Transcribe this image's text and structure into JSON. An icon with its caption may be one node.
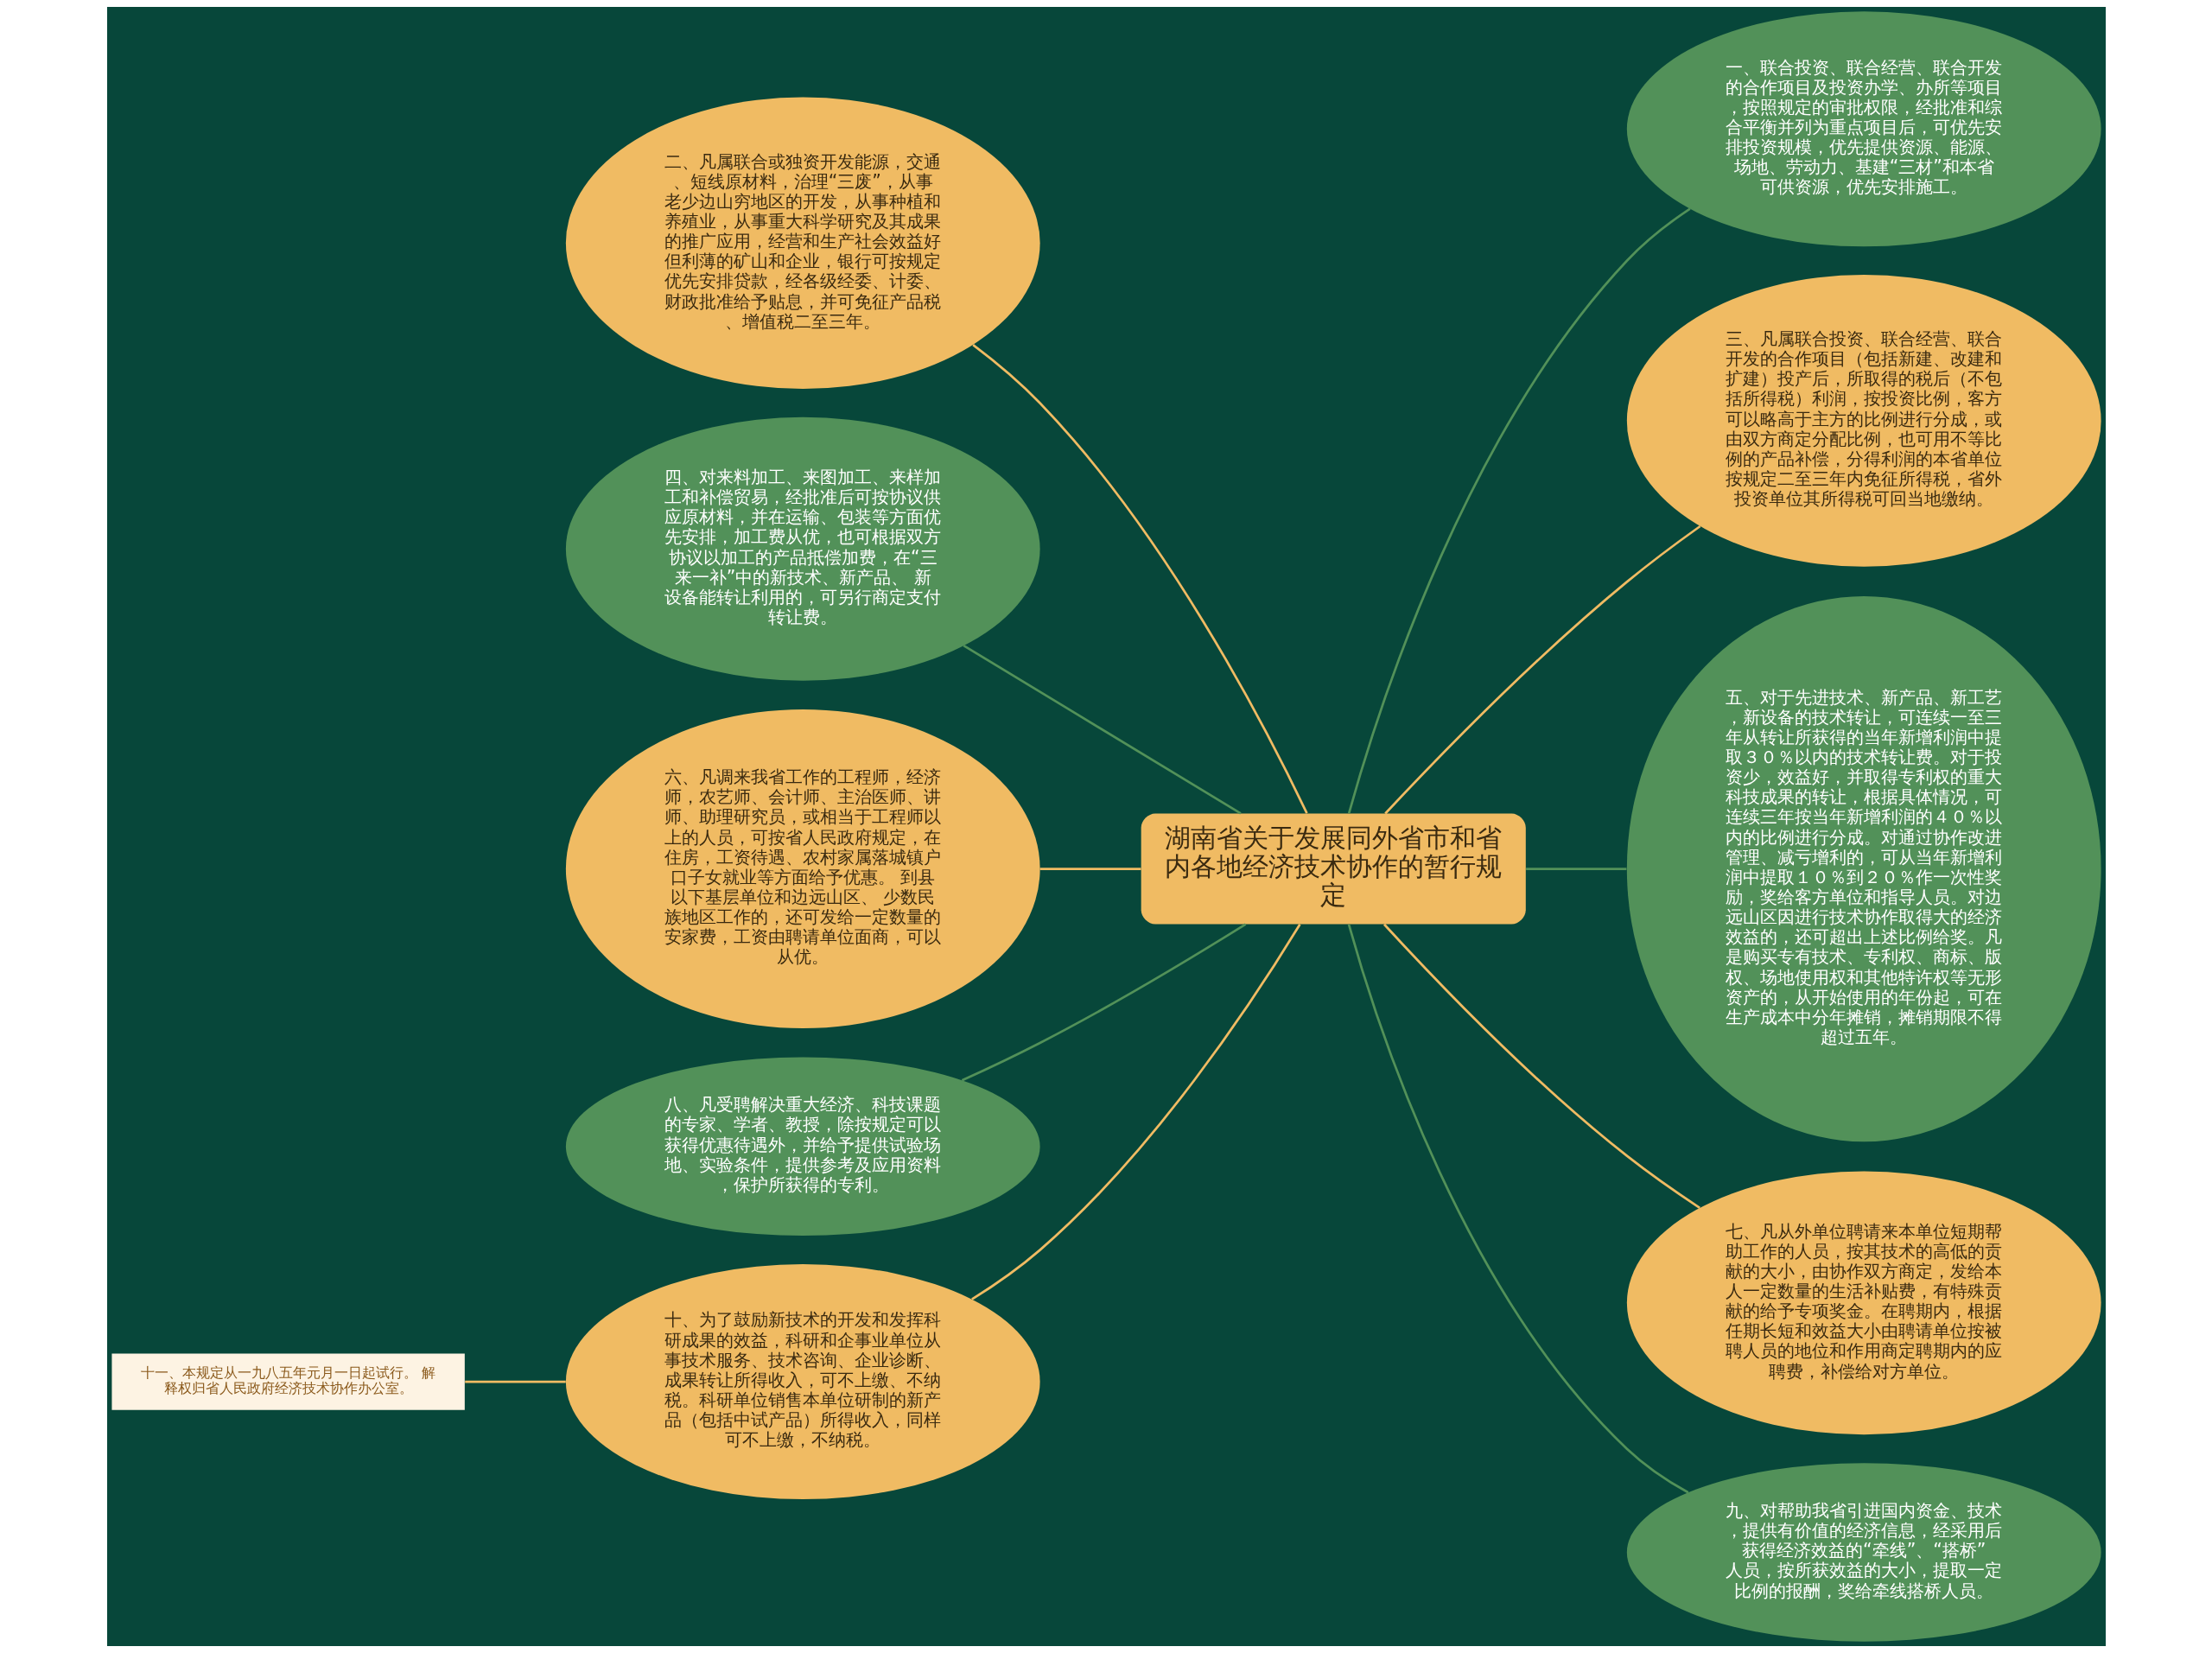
{
  "diagram": {
    "nodes": [
      {
        "text": [
          "湖南省关于发展同外省市和省内各地经济技术协作的暂行规定"
        ]
      },
      {
        "text": [
          "一、联合投资、联合经营、联合开发的合作项目及投资办学、办所等项目，按照规定的审批权限，经批准和综合平衡并列为重点项目后，可优先安排投资规模，优先提供资源、能源、场地、劳动力、基建“三材”和本省可供资源，优先安排施工。"
        ]
      },
      {
        "text": [
          "二、凡属联合或独资开发能源，交通、短线原材料，治理“三废”，从事老少边山穷地区的开发，从事种植和养殖业，从事重大科学研究及其成果的推广应用，经营和生产社会效益好但利薄的矿山和企业，银行可按规定优先安排贷款，经各级经委、计委、财政批准给予贴息，并可免征产品税、增值税二至三年。"
        ]
      },
      {
        "text": [
          "三、凡属联合投资、联合经营、联合开发的合作项目（包括新建、改建和扩建）投产后，所取得的税后（不包括所得税）利润，按投资比例，客方可以略高于主方的比例进行分成，或由双方商定分配比例，也可用不等比例的产品补偿，分得利润的本省单位按规定二至三年内免征所得税，省外投资单位其所得税可回当地缴纳。"
        ]
      },
      {
        "text": [
          "四、对来料加工、来图加工、来样加工和补偿贸易，经批准后可按协议供应原材料，并在运输、包装等方面优先安排，加工费从优，也可根据双方协议以加工的产品抵偿加费，在“三来一补”中的新技术、新产品、 新设备能转让利用的，可另行商定支付转让费。"
        ]
      },
      {
        "text": [
          "五、对于先进技术、新产品、新工艺，新设备的技术转让，可连续一至三年从转让所获得的当年新增利润中提取３０％以内的技术转让费。对于投资少，效益好，并取得专利权的重大科技成果的转让，根据具体情况，可连续三年按当年新增利润的４０％以内的比例进行分成。对通过协作改进管理、减亏增利的，可从当年新增利润中提取１０％到２０％作一次性奖励，奖给客方单位和指导人员。对边远山区因进行技术协作取得大的经济效益的，还可超出上述比例给奖。凡是购买专有技术、专利权、商标、版权、场地使用权和其他特许权等无形资产的，从开始使用的年份起，可在生产成本中分年摊销，摊销期限不得超过五年。"
        ]
      },
      {
        "text": [
          "六、凡调来我省工作的工程师，经济师，农艺师、会计师、主治医师、讲师、助理研究员，或相当于工程师以上的人员，可按省人民政府规定，在住房，工资待遇、农村家属落城镇户口子女就业等方面给予优惠。 到县以下基层单位和边远山区、 少数民族地区工作的，还可发给一定数量的安家费，工资由聘请单位面商，可以从优。"
        ]
      },
      {
        "text": [
          "七、凡从外单位聘请来本单位短期帮助工作的人员，按其技术的高低的贡献的大小，由协作双方商定，发给本人一定数量的生活补贴费，有特殊贡献的给予专项奖金。在聘期内，根据任期长短和效益大小由聘请单位按被聘人员的地位和作用商定聘期内的应聘费，补偿给对方单位。"
        ]
      },
      {
        "text": [
          "八、凡受聘解决重大经济、科技课题的专家、学者、教授，除按规定可以获得优惠待遇外，并给予提供试验场地、实验条件，提供参考及应用资料，保护所获得的专利。"
        ]
      },
      {
        "text": [
          "九、对帮助我省引进国内资金、技术，提供有价值的经济信息，经采用后获得经济效益的“牵线”、“搭桥”人员，按所获效益的大小，提取一定比例的报酬，奖给牵线搭桥人员。"
        ]
      },
      {
        "text": [
          "十、为了鼓励新技术的开发和发挥科研成果的效益，科研和企事业单位从事技术服务、技术咨询、企业诊断、成果转让所得收入，可不上缴、不纳税。科研单位销售本单位研制的新产品（包括中试产品）所得收入，同样可不上缴，不纳税。"
        ]
      },
      {
        "text": [
          "十一、本规定从一九八五年元月一日起试行。 解释权归省人民政府经济技术协作办公室。"
        ]
      }
    ],
    "edges": [
      {
        "from": 0,
        "to": 1,
        "arrow": "none",
        "color": "#529159"
      },
      {
        "from": 0,
        "to": 2,
        "arrow": "none"
      },
      {
        "from": 0,
        "to": 3,
        "arrow": "none"
      },
      {
        "from": 0,
        "to": 4,
        "arrow": "none",
        "color": "#529159"
      },
      {
        "from": 0,
        "to": 5,
        "arrow": "none",
        "color": "#529159"
      },
      {
        "from": 0,
        "to": 6,
        "arrow": "none"
      },
      {
        "from": 0,
        "to": 7,
        "arrow": "none"
      },
      {
        "from": 0,
        "to": 8,
        "arrow": "none",
        "color": "#529159"
      },
      {
        "from": 0,
        "to": 9,
        "arrow": "none",
        "color": "#529159"
      },
      {
        "from": 0,
        "to": 10,
        "arrow": "none"
      },
      {
        "from": 10,
        "to": 11,
        "arrow": "none"
      }
    ]
  }
}
